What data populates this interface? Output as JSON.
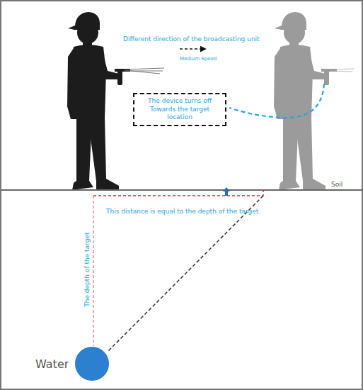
{
  "diagram": {
    "nodes": [
      {
        "text": [
          "The device turns off Towards the target location"
        ]
      }
    ],
    "labels": [
      "Different direction of the broadcasting unit",
      "Medium Speed",
      "Soil",
      "This distance is equal to the depth of the target",
      "The depth of the target",
      "Water"
    ]
  }
}
